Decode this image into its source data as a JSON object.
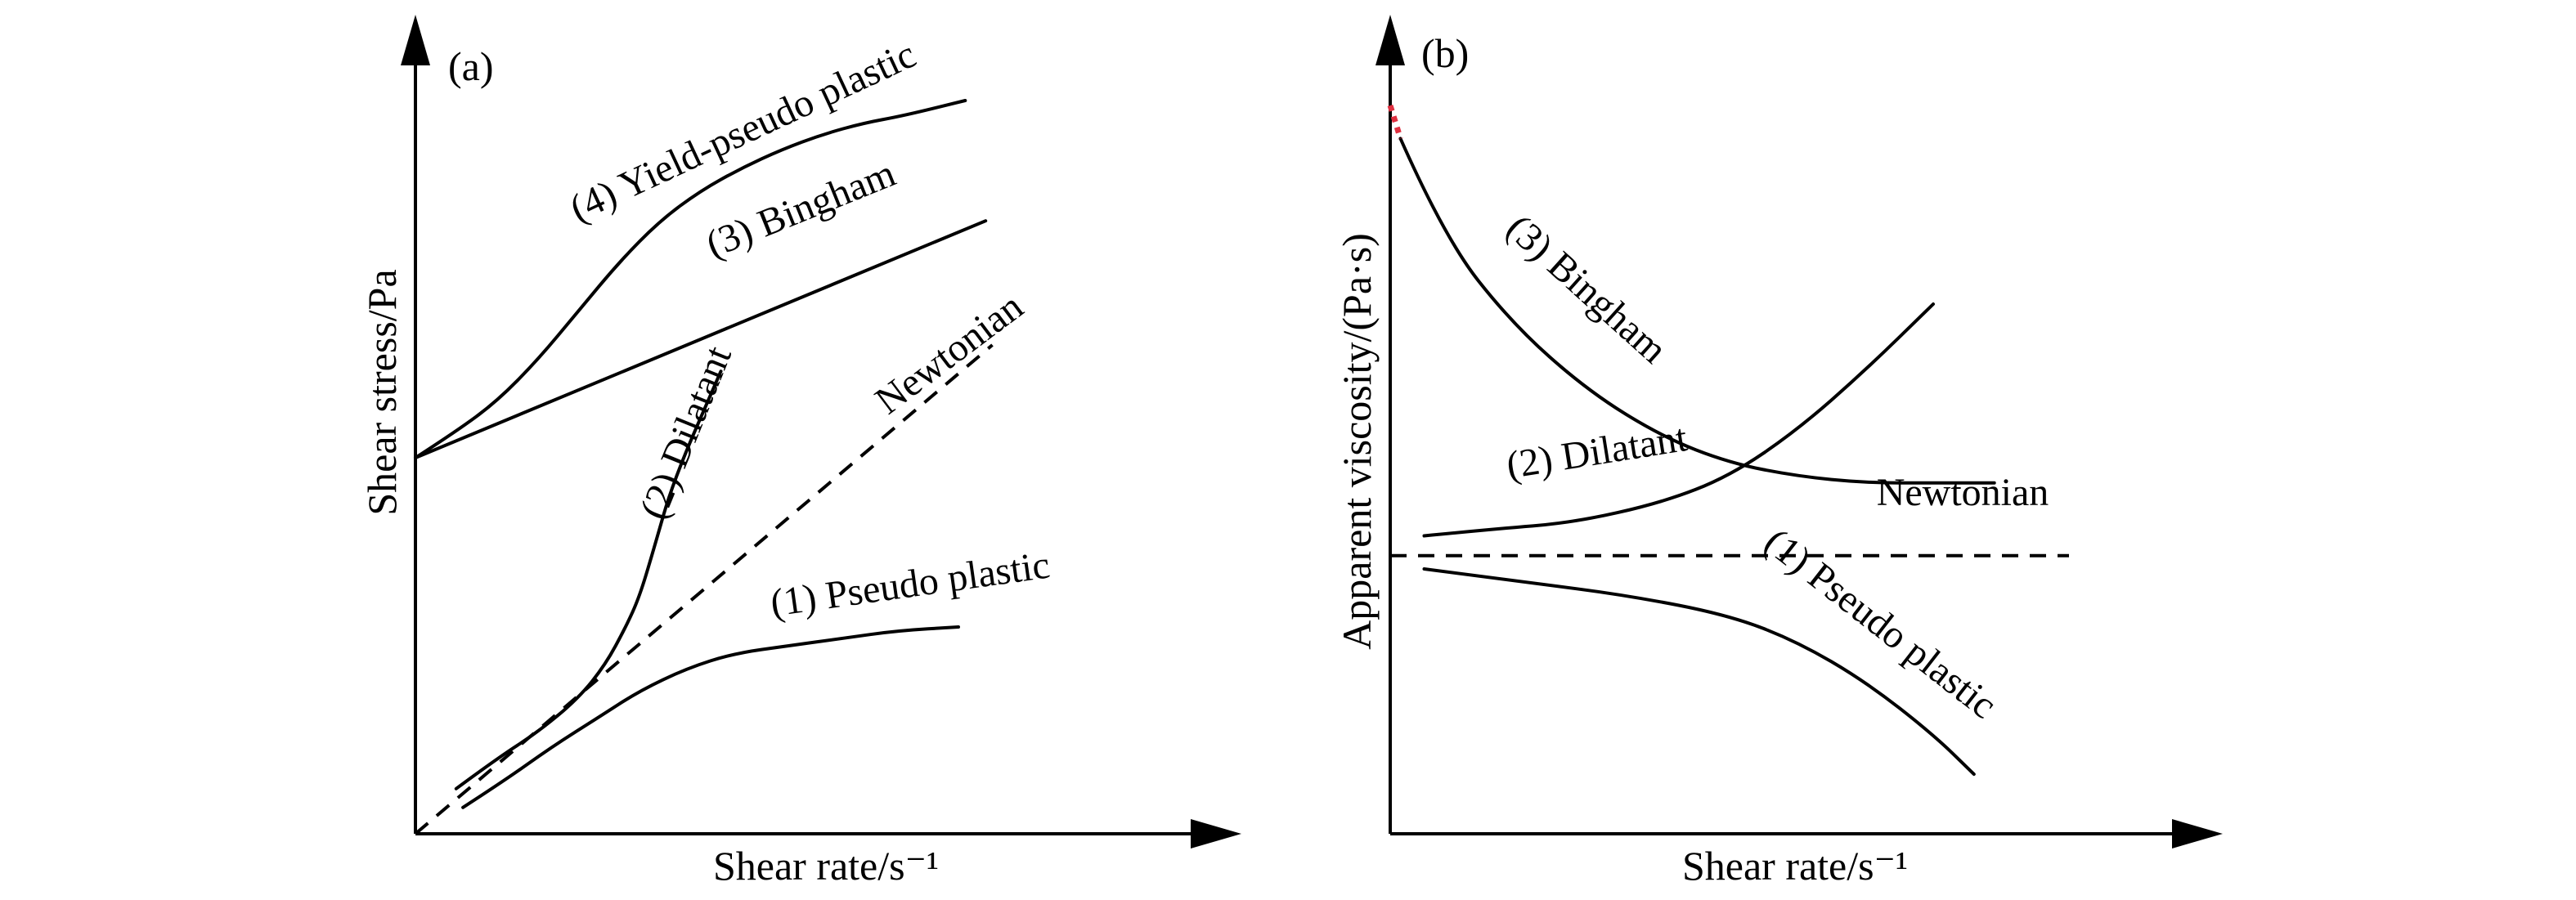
{
  "colors": {
    "ink": "#000000",
    "highlight": "#e03040"
  },
  "chart_data": [
    {
      "panel": "(a)",
      "type": "line",
      "xlabel": "Shear rate/s⁻¹",
      "ylabel": "Shear stress/Pa",
      "xlim": [
        0,
        10
      ],
      "ylim": [
        0,
        10
      ],
      "grid": false,
      "qualitative": true,
      "series": [
        {
          "name": "(4) Yield-pseudo plastic",
          "style": "solid",
          "points": [
            [
              0,
              10
            ],
            [
              0.6,
              10.7
            ],
            [
              1.2,
              11.5
            ],
            [
              1.8,
              12.6
            ],
            [
              2.4,
              13.9
            ],
            [
              3,
              15.2
            ],
            [
              3.6,
              16.3
            ],
            [
              4.2,
              17.1
            ],
            [
              4.8,
              17.7
            ],
            [
              5.4,
              18.2
            ],
            [
              6,
              18.6
            ],
            [
              6.6,
              18.9
            ],
            [
              7.2,
              19.1
            ],
            [
              8.1,
              19.5
            ]
          ]
        },
        {
          "name": "(3) Bingham",
          "style": "solid",
          "points": [
            [
              0,
              10
            ],
            [
              8.4,
              16.3
            ]
          ]
        },
        {
          "name": "Newtonian",
          "style": "dashed",
          "points": [
            [
              0,
              0
            ],
            [
              8.5,
              13
            ]
          ]
        },
        {
          "name": "(2) Dilatant",
          "style": "solid",
          "points": [
            [
              0.6,
              1.2
            ],
            [
              1.2,
              2
            ],
            [
              1.8,
              2.7
            ],
            [
              2.4,
              3.6
            ],
            [
              2.8,
              4.5
            ],
            [
              3.1,
              5.5
            ],
            [
              3.3,
              6.3
            ],
            [
              3.5,
              7.5
            ],
            [
              3.8,
              9.4
            ],
            [
              4.5,
              12.3
            ]
          ]
        },
        {
          "name": "(1) Pseudo plastic",
          "style": "solid",
          "points": [
            [
              0.7,
              0.7
            ],
            [
              1.3,
              1.4
            ],
            [
              2,
              2.3
            ],
            [
              2.7,
              3.1
            ],
            [
              3.3,
              3.8
            ],
            [
              4,
              4.4
            ],
            [
              4.7,
              4.8
            ],
            [
              5.5,
              5
            ],
            [
              6.3,
              5.2
            ],
            [
              7.1,
              5.4
            ],
            [
              8,
              5.5
            ]
          ]
        }
      ]
    },
    {
      "panel": "(b)",
      "type": "line",
      "xlabel": "Shear rate/s⁻¹",
      "ylabel": "Apparent viscosity/(Pa·s)",
      "xlim": [
        0,
        10
      ],
      "ylim": [
        0,
        10
      ],
      "grid": false,
      "qualitative": true,
      "series": [
        {
          "name": "(3) Bingham",
          "style": "solid",
          "points": [
            [
              0.15,
              10.5
            ],
            [
              0.8,
              9
            ],
            [
              1.8,
              7.7
            ],
            [
              2.9,
              6.7
            ],
            [
              4,
              6
            ],
            [
              5,
              5.6
            ],
            [
              6,
              5.4
            ],
            [
              7,
              5.3
            ],
            [
              8,
              5.3
            ],
            [
              8.9,
              5.3
            ]
          ]
        },
        {
          "name": "(2) Dilatant",
          "style": "solid",
          "points": [
            [
              0.5,
              4.5
            ],
            [
              1.5,
              4.6
            ],
            [
              2.7,
              4.7
            ],
            [
              4,
              5
            ],
            [
              5,
              5.4
            ],
            [
              6,
              6.1
            ],
            [
              7,
              7
            ],
            [
              8,
              8
            ]
          ]
        },
        {
          "name": "Newtonian",
          "style": "dashed",
          "points": [
            [
              0,
              4.2
            ],
            [
              10,
              4.2
            ]
          ]
        },
        {
          "name": "(1) Pseudo plastic",
          "style": "solid",
          "points": [
            [
              0.5,
              4
            ],
            [
              2,
              3.8
            ],
            [
              3.5,
              3.6
            ],
            [
              5,
              3.3
            ],
            [
              6,
              2.9
            ],
            [
              7,
              2.3
            ],
            [
              8,
              1.5
            ],
            [
              8.6,
              0.9
            ]
          ]
        },
        {
          "name": "",
          "style": "dotted",
          "color_ref": "highlight",
          "points": [
            [
              0,
              11
            ],
            [
              0.15,
              10.5
            ]
          ]
        }
      ]
    }
  ],
  "panels": [
    {
      "tag": "(a)",
      "xlabel": "Shear rate/s⁻¹",
      "ylabel": "Shear stress/Pa",
      "labels": [
        {
          "text": "(4) Yield-pseudo plastic",
          "series": 0
        },
        {
          "text": "(3) Bingham",
          "series": 1
        },
        {
          "text": "Newtonian",
          "series": 2
        },
        {
          "text": "(2) Dilatant",
          "series": 3
        },
        {
          "text": "(1) Pseudo plastic",
          "series": 4
        }
      ]
    },
    {
      "tag": "(b)",
      "xlabel": "Shear rate/s⁻¹",
      "ylabel": "Apparent viscosity/(Pa·s)",
      "labels": [
        {
          "text": "(3) Bingham",
          "series": 0
        },
        {
          "text": "(2) Dilatant",
          "series": 1
        },
        {
          "text": "Newtonian",
          "series": 2
        },
        {
          "text": "(1) Pseudo plastic",
          "series": 3
        }
      ]
    }
  ]
}
